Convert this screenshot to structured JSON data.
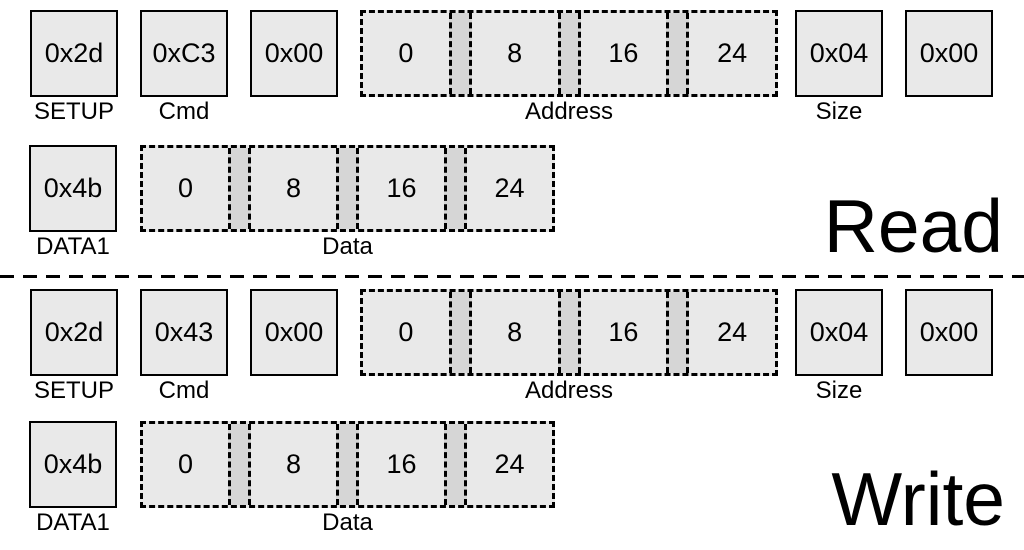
{
  "palette": {
    "background": "#ffffff",
    "box_fill": "#e9e9e9",
    "strip_fill": "#d6d6d6",
    "border": "#000000",
    "text": "#000000"
  },
  "sections": [
    {
      "id": "read",
      "big_label": "Read",
      "row1": {
        "boxes": [
          {
            "value": "0x2d",
            "label": "SETUP"
          },
          {
            "value": "0xC3",
            "label": "Cmd"
          },
          {
            "value": "0x00",
            "label": ""
          }
        ],
        "address_field": {
          "label": "Address",
          "cells": [
            "0",
            "8",
            "16",
            "24"
          ]
        },
        "size_box": {
          "value": "0x04",
          "label": "Size"
        },
        "tail_box": {
          "value": "0x00",
          "label": ""
        }
      },
      "row2": {
        "data1_box": {
          "value": "0x4b",
          "label": "DATA1"
        },
        "data_field": {
          "label": "Data",
          "cells": [
            "0",
            "8",
            "16",
            "24"
          ]
        }
      }
    },
    {
      "id": "write",
      "big_label": "Write",
      "row1": {
        "boxes": [
          {
            "value": "0x2d",
            "label": "SETUP"
          },
          {
            "value": "0x43",
            "label": "Cmd"
          },
          {
            "value": "0x00",
            "label": ""
          }
        ],
        "address_field": {
          "label": "Address",
          "cells": [
            "0",
            "8",
            "16",
            "24"
          ]
        },
        "size_box": {
          "value": "0x04",
          "label": "Size"
        },
        "tail_box": {
          "value": "0x00",
          "label": ""
        }
      },
      "row2": {
        "data1_box": {
          "value": "0x4b",
          "label": "DATA1"
        },
        "data_field": {
          "label": "Data",
          "cells": [
            "0",
            "8",
            "16",
            "24"
          ]
        }
      }
    }
  ]
}
